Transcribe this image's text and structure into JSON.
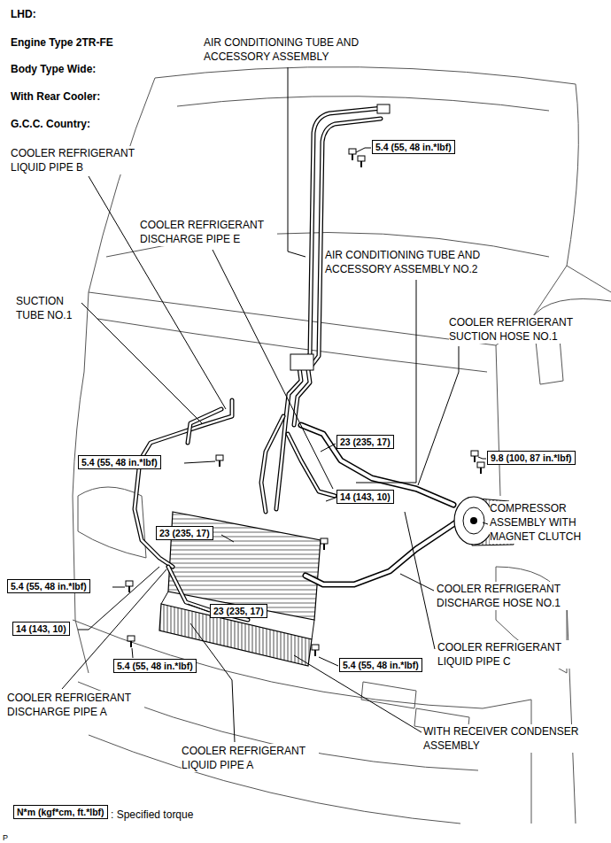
{
  "diagram": {
    "nodes": [
      {
        "text": [
          "5.4 (55, 48 in.*lbf)"
        ]
      },
      {
        "text": [
          "23 (235, 17)"
        ]
      },
      {
        "text": [
          "9.8 (100, 87 in.*lbf)"
        ]
      },
      {
        "text": [
          "5.4 (55, 48 in.*lbf)"
        ]
      },
      {
        "text": [
          "14 (143, 10)"
        ]
      },
      {
        "text": [
          "23 (235, 17)"
        ]
      },
      {
        "text": [
          "5.4 (55, 48 in.*lbf)"
        ]
      },
      {
        "text": [
          "23 (235, 17)"
        ]
      },
      {
        "text": [
          "14 (143, 10)"
        ]
      },
      {
        "text": [
          "5.4 (55, 48 in.*lbf)"
        ]
      },
      {
        "text": [
          "5.4 (55, 48 in.*lbf)"
        ]
      },
      {
        "text": [
          "N*m (kgf*cm, ft.*lbf)"
        ]
      }
    ],
    "labels": [
      "LHD:",
      "Engine Type 2TR-FE",
      "Body Type Wide:",
      "With Rear Cooler:",
      "G.C.C. Country:",
      "AIR CONDITIONING TUBE AND ACCESSORY ASSEMBLY",
      "COOLER REFRIGERANT LIQUID PIPE B",
      "COOLER REFRIGERANT DISCHARGE PIPE E",
      "AIR CONDITIONING TUBE AND ACCESSORY ASSEMBLY NO.2",
      "SUCTION TUBE NO.1",
      "COOLER REFRIGERANT SUCTION HOSE NO.1",
      "COMPRESSOR ASSEMBLY WITH MAGNET CLUTCH",
      "COOLER REFRIGERANT DISCHARGE HOSE NO.1",
      "COOLER REFRIGERANT LIQUID PIPE C",
      "COOLER REFRIGERANT DISCHARGE PIPE A",
      "WITH RECEIVER CONDENSER ASSEMBLY",
      "COOLER REFRIGERANT LIQUID PIPE A",
      ": Specified torque",
      "P"
    ]
  }
}
